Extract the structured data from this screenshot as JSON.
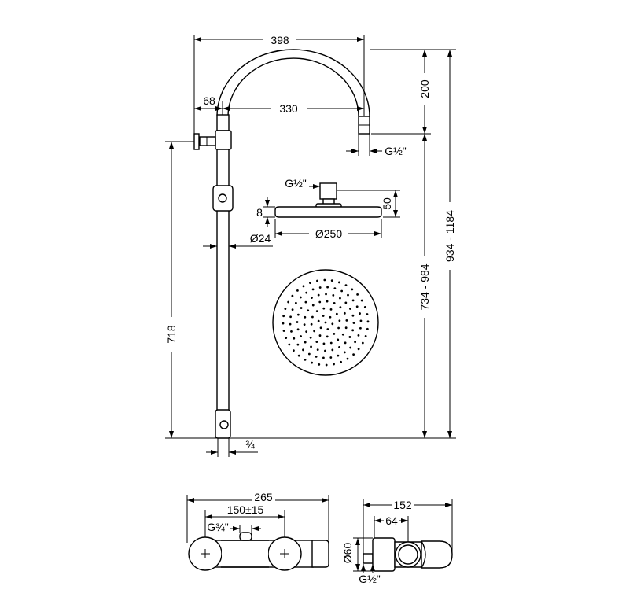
{
  "colors": {
    "line": "#000000",
    "background": "#ffffff"
  },
  "drawing": {
    "arm_width": "398",
    "arm_height": "200",
    "bracket_offset": "68",
    "arm_reach": "330",
    "arm_outlet": "G½\"",
    "head_inlet": "G½\"",
    "head_thickness": "8",
    "head_height": "50",
    "head_diameter": "Ø250",
    "pipe_diameter": "Ø24",
    "height_range_1": "734 - 984",
    "height_range_2": "934 - 1184",
    "bar_length": "718",
    "bottom_inlet": "¾",
    "mixer_width": "265",
    "mixer_centers": "150±15",
    "mixer_inlet": "G¾\"",
    "mixer_depth": "152",
    "mixer_offset": "64",
    "mixer_diameter": "Ø60",
    "mixer_outlet": "G½\""
  }
}
